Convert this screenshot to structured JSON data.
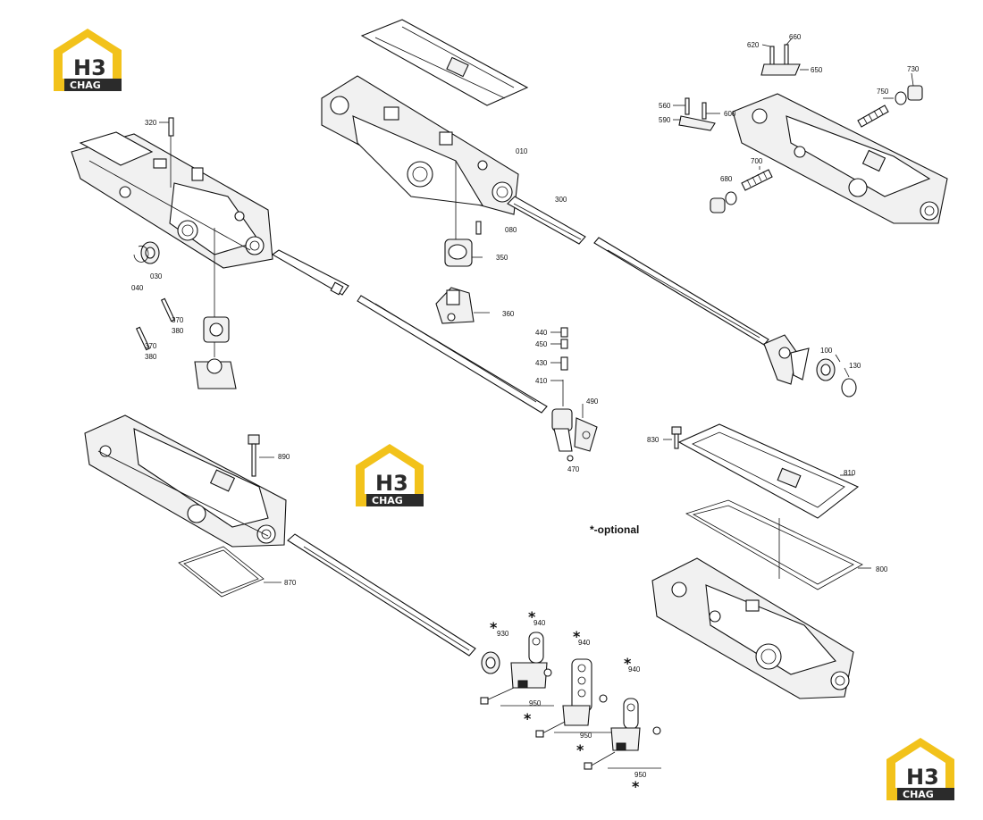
{
  "logo": {
    "mark": "H3",
    "word": "CHAG",
    "color_yellow": "#f2c21b",
    "color_dark": "#2b2b2b"
  },
  "note": "*-optional",
  "labels": {
    "l010": "010",
    "l030": "030",
    "l040": "040",
    "l080": "080",
    "l100": "100",
    "l130": "130",
    "l300": "300",
    "l320": "320",
    "l350": "350",
    "l360": "360",
    "l370a": "370",
    "l380a": "380",
    "l370b": "370",
    "l380b": "380",
    "l410": "410",
    "l430": "430",
    "l440": "440",
    "l450": "450",
    "l470": "470",
    "l490": "490",
    "l560": "560",
    "l590": "590",
    "l600": "600",
    "l620": "620",
    "l650": "650",
    "l660": "660",
    "l680": "680",
    "l700": "700",
    "l730": "730",
    "l750": "750",
    "l800": "800",
    "l810": "810",
    "l830": "830",
    "l870": "870",
    "l890": "890",
    "l930": "930",
    "l940a": "940",
    "l940b": "940",
    "l940c": "940",
    "l950a": "950",
    "l950b": "950",
    "l950c": "950"
  },
  "stars": [
    "*",
    "*",
    "*",
    "*",
    "*",
    "*",
    "*"
  ]
}
